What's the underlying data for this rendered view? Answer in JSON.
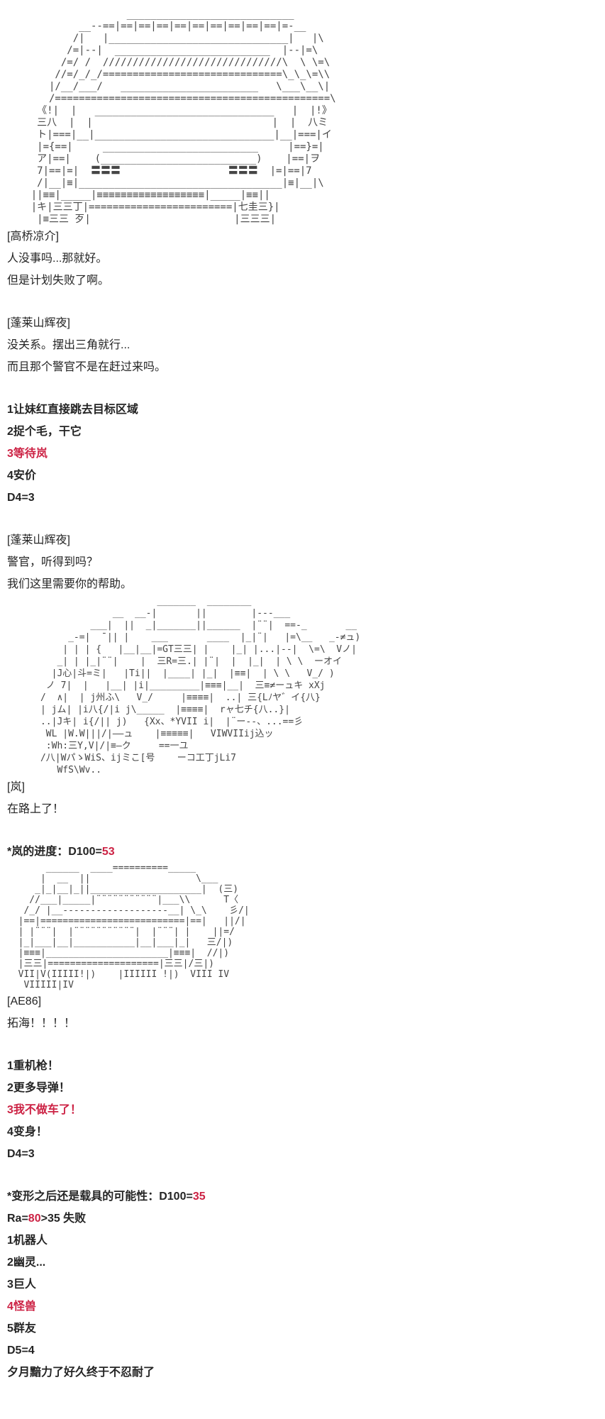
{
  "page": {
    "colors": {
      "bg": "#ffffff",
      "text": "#242424",
      "aa": "#454545",
      "red": "#cc2244"
    }
  },
  "ascii_art": {
    "car_front_top": [
      "                    ____________________________",
      "            __--==|==|==|==|==|==|==|==|==|==|=-__",
      "           /|   |______________________________|   |\\",
      "          /=|--|  __________________________  |--|=\\",
      "         /=/ /  //////////////////////////////\\  \\ \\=\\",
      "        //=/_/_/==============================\\_\\_\\=\\\\",
      "       |/__/___/   _______________________   \\___\\__\\|",
      "       /==============================================\\",
      "     《!|  |   ______________________________   |  |!》",
      "     三八  |  |                              |  |  八ミ",
      "     ト|===|__|______________________________|__|===|イ",
      "     |={==|     __________________________     |==}=|",
      "     ア|==|    (__________________________)    |==|ヲ",
      "     7|==|=|  〓〓〓                  〓〓〓  |=|==|7",
      "     /|__|≡|__________________________________|≡|__|\\",
      "    ||≡≡|_____|≡≡≡≡≡≡≡≡≡≡≡≡≡≡≡≡≡≡|_____|≡≡||",
      "    |キ|三三丁|========================|七圭三}|",
      "     |≡三三 歹|                        |三三三|"
    ],
    "car_side_drift": [
      "                           _______  ________",
      "                   __  __-|       ||        |---___",
      "               ___|  ||  _|_______||______  |¨¨|  ==-_       __",
      "           _-=|  ̄ || |    ___       ____  |_|¨|   |=\\__   _-≠ュ)",
      "          | | | {   |__|__|=GT三三| |    |_| |...|--|  \\=\\  Vノ|",
      "         _| | |_|¨¨|    |  三R=三.| |¨|  |  |_|  | \\ \\  ーオイ",
      "        |J心|斗=ミ|   |Ti||  |____| |_|  |≡≡|  | \\ \\   V_/ )",
      "       ノ 7|  |   |__| |i|_________|≡≡≡|__|  三≡≠ーュキ xXj",
      "      /  ∧|  | j州ふ\\   V_/     |≡≡≡≡|  ..| 三{Lﾉヤ゛イ{八}",
      "      | jム| |i八{/|i j\\_____  |≡≡≡≡|  rャ七チ{八..}|",
      "      ..|Jキ| i{/|| j)   {Xx、*YVII i|  |¨ー--、...==彡",
      "       WL |W.W|||/|——ュ    |≡≡≡≡≡|   VIWVIIij込ッ",
      "       :Wh:三Y,V|/|≡—ク     ==一ユ",
      "      /八|WパゝWiS、ijミこ[号    ーコ工丁jLi7",
      "         WfS\\Wv.."
    ],
    "car_front_small": [
      "       ______  ____==========_____",
      "      |  __  ||                   \\___",
      "     _|_|__|_||____________________|  (三)",
      "    //___|_____|¨¨¨¨¨¨¨¨¨¨¨|___\\\\      T〈",
      "   /_/ |__-------------------__| \\_\\    彡/|",
      "  |==|==========================|==|   ||/|",
      "  | |¨¨¨|  |¨¨¨¨¨¨¨¨¨¨¨|  |¨¨¨| |    ||=/",
      "  |_|___|__|___________|__|___|_|   三/|)",
      "  |≡≡≡|______________________|≡≡≡|  //|)",
      "  |三三|====================|三三|/三|)",
      "  VII|V(IIIII!|)    |IIIIII !|)  VIII IV",
      "   VIIIII|IV"
    ]
  },
  "dialogue1": {
    "speaker": "[高桥凉介]",
    "line1": "人没事吗...那就好。",
    "line2": "但是计划失败了啊。"
  },
  "dialogue2": {
    "speaker": "[蓬莱山辉夜]",
    "line1": "没关系。摆出三角就行...",
    "line2": "而且那个警官不是在赶过来吗。"
  },
  "choice1": {
    "option1": "1让妹红直接跳去目标区域",
    "option2": "2捉个毛，干它",
    "option3": "3等待岚",
    "option4": "4安价",
    "result": "D4=3"
  },
  "dialogue3": {
    "speaker": "[蓬莱山辉夜]",
    "line1": "警官，听得到吗？",
    "line2": "我们这里需要你的帮助。"
  },
  "dialogue4": {
    "speaker": "[岚]",
    "line1": "在路上了！"
  },
  "progress": {
    "prefix": "*岚的进度：D100=",
    "roll": "53"
  },
  "dialogue5": {
    "speaker": "[AE86]",
    "line1": "拓海！！！！"
  },
  "choice2": {
    "option1": "1重机枪！",
    "option2": "2更多导弹！",
    "option3": "3我不做车了！",
    "option4": "4变身！",
    "result": "D4=3"
  },
  "transform_check": {
    "prefix": "*变形之后还是载具的可能性：D100=",
    "roll": "35"
  },
  "ra_line": {
    "prefix": "Ra=",
    "roll": "80",
    "suffix": ">35 失败"
  },
  "choice3": {
    "option1": "1机器人",
    "option2": "2幽灵...",
    "option3": "3巨人",
    "option4": "4怪兽",
    "option5": "5群友",
    "result": "D5=4"
  },
  "footer_line": "夕月黯力了好久终于不忍耐了"
}
